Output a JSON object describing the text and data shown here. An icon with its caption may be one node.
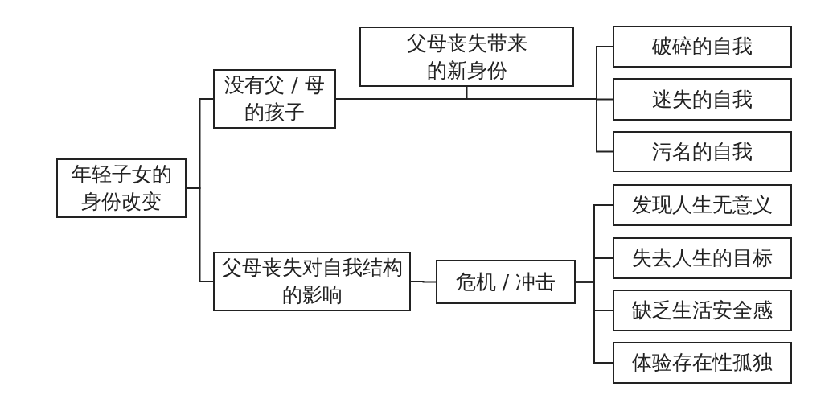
{
  "diagram": {
    "nodes": [
      {
        "text": [
          "年轻子女的身份改变"
        ]
      },
      {
        "text": [
          "没有父 / 母的孩子"
        ]
      },
      {
        "text": [
          "父母丧失带来的新身份"
        ]
      },
      {
        "text": [
          "破碎的自我"
        ]
      },
      {
        "text": [
          "迷失的自我"
        ]
      },
      {
        "text": [
          "污名的自我"
        ]
      },
      {
        "text": [
          "父母丧失对自我结构的影响"
        ]
      },
      {
        "text": [
          "危机 / 冲击"
        ]
      },
      {
        "text": [
          "发现人生无意义"
        ]
      },
      {
        "text": [
          "失去人生的目标"
        ]
      },
      {
        "text": [
          "缺乏生活安全感"
        ]
      },
      {
        "text": [
          "体验存在性孤独"
        ]
      }
    ],
    "edges": [
      {
        "from": 0,
        "to": 1,
        "arrow": "none"
      },
      {
        "from": 0,
        "to": 6,
        "arrow": "none"
      },
      {
        "from": 1,
        "to": 3,
        "arrow": "none"
      },
      {
        "from": 1,
        "to": 4,
        "arrow": "none"
      },
      {
        "from": 1,
        "to": 5,
        "arrow": "none"
      },
      {
        "from": 2,
        "to": 1,
        "arrow": "none"
      },
      {
        "from": 6,
        "to": 7,
        "arrow": "none"
      },
      {
        "from": 7,
        "to": 8,
        "arrow": "none"
      },
      {
        "from": 7,
        "to": 9,
        "arrow": "none"
      },
      {
        "from": 7,
        "to": 10,
        "arrow": "none"
      },
      {
        "from": 7,
        "to": 11,
        "arrow": "none"
      }
    ]
  }
}
